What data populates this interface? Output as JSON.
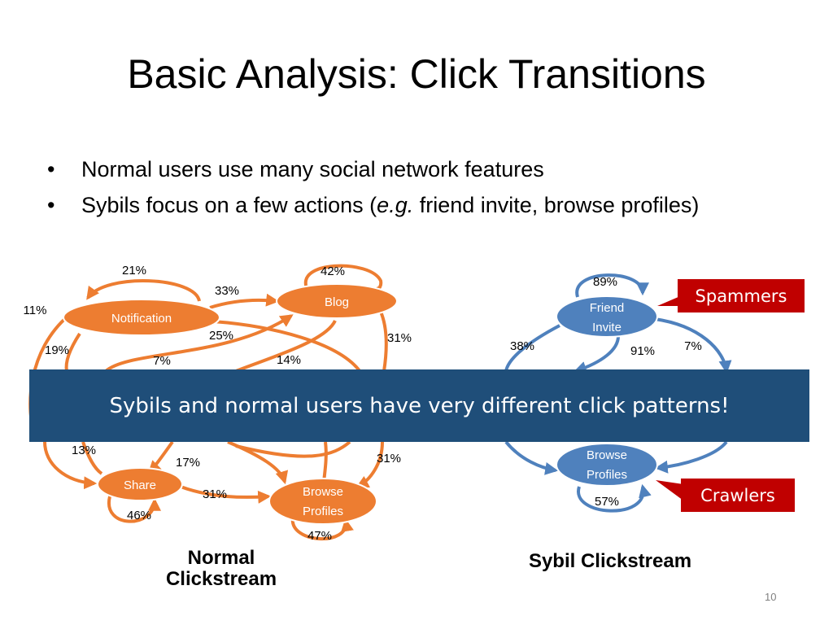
{
  "slide": {
    "title": "Basic Analysis: Click Transitions",
    "bullets": [
      {
        "text": "Normal users use many social network features"
      },
      {
        "pre": "Sybils focus on a few actions (",
        "em": "e.g.",
        "post": " friend invite, browse profiles)"
      }
    ],
    "banner": "Sybils and normal users have very different click patterns!",
    "page_number": "10"
  },
  "colors": {
    "normal": "#ed7d31",
    "sybil": "#4f81bd",
    "banner": "#1f4e79",
    "callout": "#c00000"
  },
  "normal": {
    "caption_line1": "Normal",
    "caption_line2": "Clickstream",
    "nodes": {
      "notification": "Notification",
      "blog": "Blog",
      "share": "Share",
      "browse_line1": "Browse",
      "browse_line2": "Profiles"
    },
    "edge_labels": {
      "notif_self": "21%",
      "notif_to_blog": "33%",
      "left_outer": "11%",
      "notif_to_browse": "25%",
      "left_inner": "19%",
      "lower_left": "7%",
      "blog_self": "42%",
      "blog_down": "31%",
      "blog_mid": "14%",
      "share_in": "13%",
      "to_share": "17%",
      "share_to_browse": "31%",
      "right_lower": "31%",
      "share_self": "46%",
      "browse_self": "47%"
    }
  },
  "sybil": {
    "caption": "Sybil Clickstream",
    "nodes": {
      "friend_line1": "Friend",
      "friend_line2": "Invite",
      "browse_line1": "Browse",
      "browse_line2": "Profiles"
    },
    "edge_labels": {
      "friend_self": "89%",
      "left": "38%",
      "inner": "91%",
      "right": "7%",
      "browse_self": "57%"
    },
    "callouts": {
      "spammers": "Spammers",
      "crawlers": "Crawlers"
    }
  }
}
